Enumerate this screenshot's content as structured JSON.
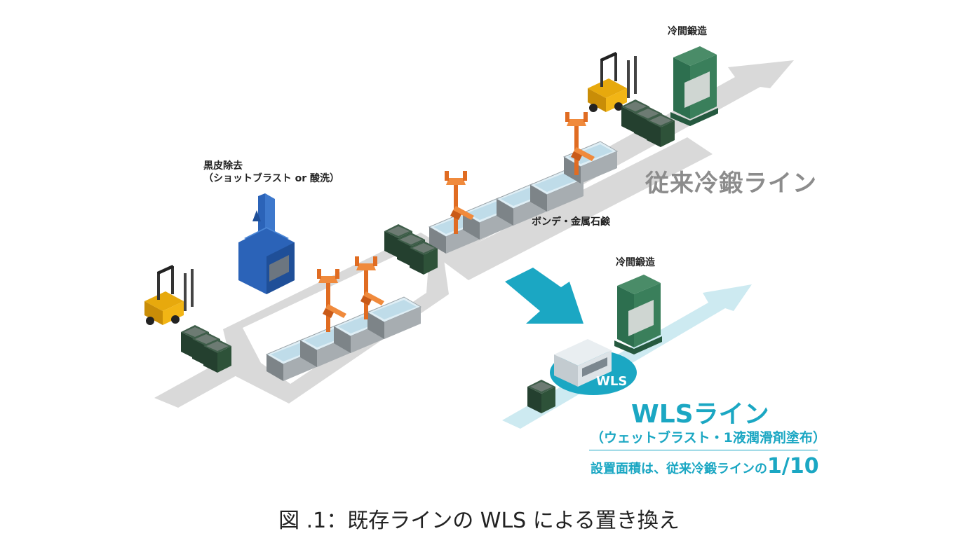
{
  "labels": {
    "descaling_title": "黒皮除去",
    "descaling_method": "（ショットブラスト or 酸洗）",
    "bonderizing": "ボンデ・金属石鹸",
    "cold_forging_top": "冷間鍛造",
    "cold_forging_wls": "冷間鍛造",
    "old_line": "従来冷鍛ライン",
    "wls_badge": "WLS",
    "wls_line": "WLSライン",
    "wls_method": "（ウェットブラスト・1液潤滑剤塗布）",
    "area_text": "設置面積は、従来冷鍛ラインの",
    "area_value": "1/10"
  },
  "caption": "図 .1：既存ラインの WLS による置き換え",
  "colors": {
    "old_line_arrow": "#d9d9d9",
    "wls_arrow": "#cdeaf1",
    "accent_cyan": "#1ba7c3",
    "machine_green": "#2d6f4f",
    "forklift_yellow": "#f2b515",
    "shot_blast_blue": "#2b63b8",
    "robot_orange": "#e8732a",
    "tank_gray": "#8f9599"
  },
  "icons": {
    "descaling_machine": "shot-blast-machine-icon",
    "forklift": "forklift-icon",
    "press": "press-machine-icon",
    "robot": "gantry-robot-icon",
    "tank": "treatment-tank-icon",
    "container": "parts-container-icon",
    "wls_unit": "wls-unit-icon"
  }
}
